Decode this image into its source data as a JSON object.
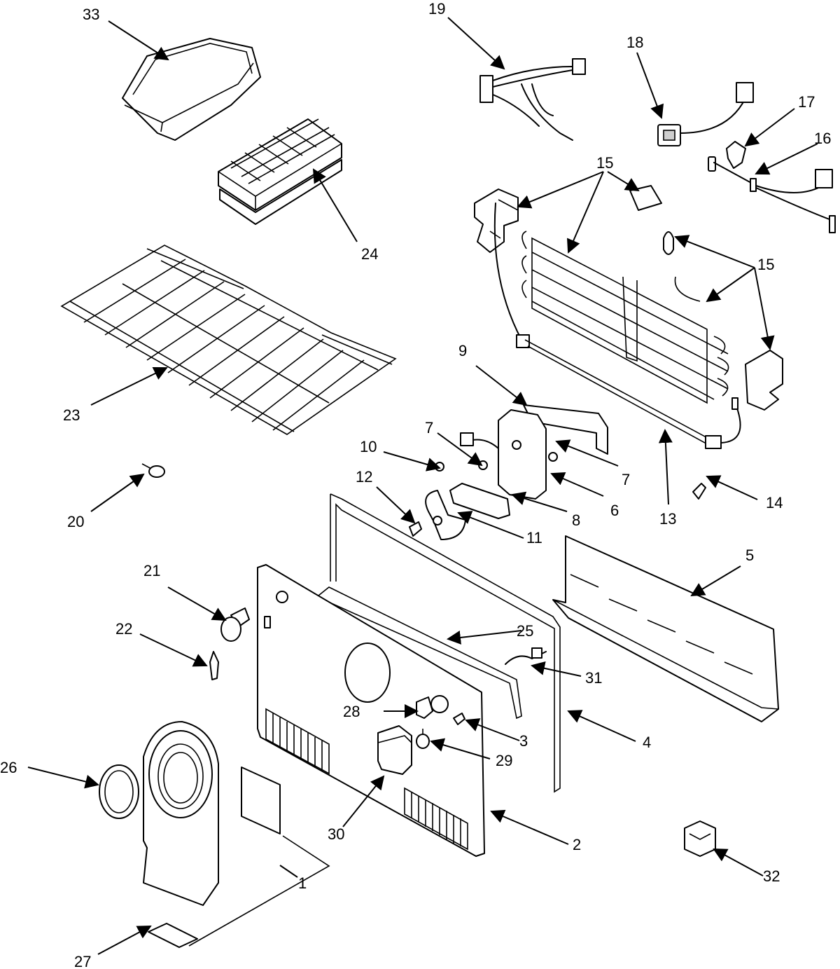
{
  "callouts": [
    {
      "id": "c1",
      "label": "1"
    },
    {
      "id": "c2",
      "label": "2"
    },
    {
      "id": "c3",
      "label": "3"
    },
    {
      "id": "c4",
      "label": "4"
    },
    {
      "id": "c5",
      "label": "5"
    },
    {
      "id": "c6",
      "label": "6"
    },
    {
      "id": "c7a",
      "label": "7"
    },
    {
      "id": "c7b",
      "label": "7"
    },
    {
      "id": "c8",
      "label": "8"
    },
    {
      "id": "c9",
      "label": "9"
    },
    {
      "id": "c10",
      "label": "10"
    },
    {
      "id": "c11",
      "label": "11"
    },
    {
      "id": "c12",
      "label": "12"
    },
    {
      "id": "c13",
      "label": "13"
    },
    {
      "id": "c14",
      "label": "14"
    },
    {
      "id": "c15a",
      "label": "15"
    },
    {
      "id": "c15b",
      "label": "15"
    },
    {
      "id": "c16",
      "label": "16"
    },
    {
      "id": "c17",
      "label": "17"
    },
    {
      "id": "c18",
      "label": "18"
    },
    {
      "id": "c19",
      "label": "19"
    },
    {
      "id": "c20",
      "label": "20"
    },
    {
      "id": "c21",
      "label": "21"
    },
    {
      "id": "c22",
      "label": "22"
    },
    {
      "id": "c23",
      "label": "23"
    },
    {
      "id": "c24",
      "label": "24"
    },
    {
      "id": "c25",
      "label": "25"
    },
    {
      "id": "c26",
      "label": "26"
    },
    {
      "id": "c27",
      "label": "27"
    },
    {
      "id": "c28",
      "label": "28"
    },
    {
      "id": "c29",
      "label": "29"
    },
    {
      "id": "c30",
      "label": "30"
    },
    {
      "id": "c31",
      "label": "31"
    },
    {
      "id": "c32",
      "label": "32"
    },
    {
      "id": "c33",
      "label": "33"
    }
  ]
}
